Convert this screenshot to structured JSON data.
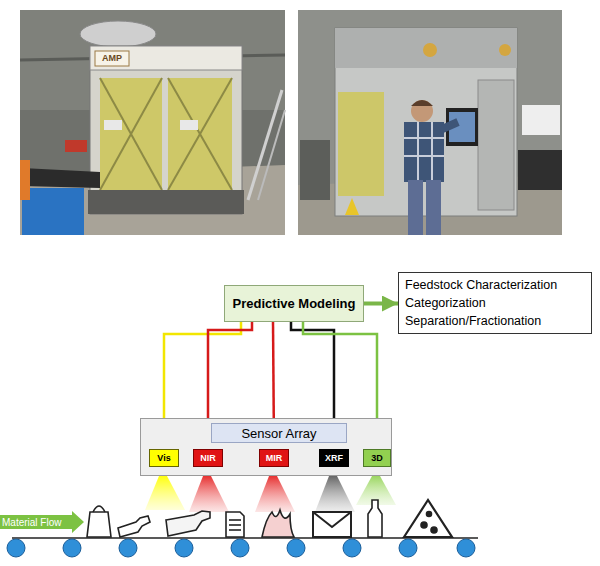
{
  "diagram": {
    "nodes": [
      {
        "text": [
          "Predictive Modeling"
        ]
      },
      {
        "text": [
          "Feedstock Characterization",
          "Categorization",
          "Separation/Fractionation"
        ]
      },
      {
        "text": [
          "Sensor Array"
        ]
      },
      {
        "text": [
          "Vis"
        ],
        "in": 2
      },
      {
        "text": [
          "NIR"
        ],
        "in": 2
      },
      {
        "text": [
          "MIR"
        ],
        "in": 2
      },
      {
        "text": [
          "XRF"
        ],
        "in": 2
      },
      {
        "text": [
          "3D"
        ],
        "in": 2
      },
      {
        "text": [
          "Material Flow"
        ]
      }
    ],
    "edges": [
      {
        "from": 3,
        "to": 0,
        "arrow": "none"
      },
      {
        "from": 4,
        "to": 0,
        "arrow": "none"
      },
      {
        "from": 5,
        "to": 0,
        "arrow": "none"
      },
      {
        "from": 6,
        "to": 0,
        "arrow": "none"
      },
      {
        "from": 7,
        "to": 0,
        "arrow": "none"
      },
      {
        "from": 0,
        "to": 1,
        "arrow": "to"
      }
    ],
    "labels": [
      "AMP"
    ]
  }
}
